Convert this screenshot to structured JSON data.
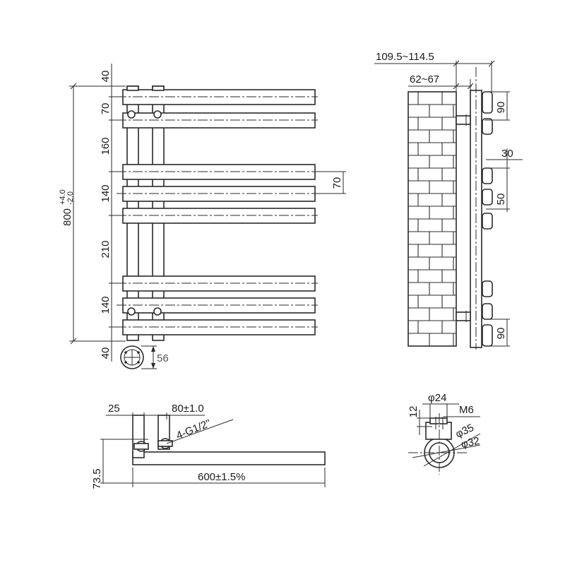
{
  "front_view": {
    "dims_vertical": [
      "40",
      "70",
      "160",
      "140",
      "210",
      "140",
      "40"
    ],
    "overall_height": "800",
    "overall_tol_plus": "+4.0",
    "overall_tol_minus": "-2.0",
    "bar_gap": "70",
    "valve_offset": "56"
  },
  "side_view": {
    "depth_total": "109.5~114.5",
    "depth_wall": "62~67",
    "dim_top_bracket": "90",
    "dim_30": "30",
    "dim_50": "50",
    "dim_bottom_bracket": "90"
  },
  "bottom_view": {
    "dim_edge": "25",
    "dim_center": "80±1.0",
    "thread": "4-G1/2\"",
    "depth": "73.5",
    "width": "600±1.5%"
  },
  "detail": {
    "dia_24": "φ24",
    "thread_m6": "M6",
    "dim_12": "12",
    "dia_35": "φ35",
    "dia_32": "φ32"
  }
}
